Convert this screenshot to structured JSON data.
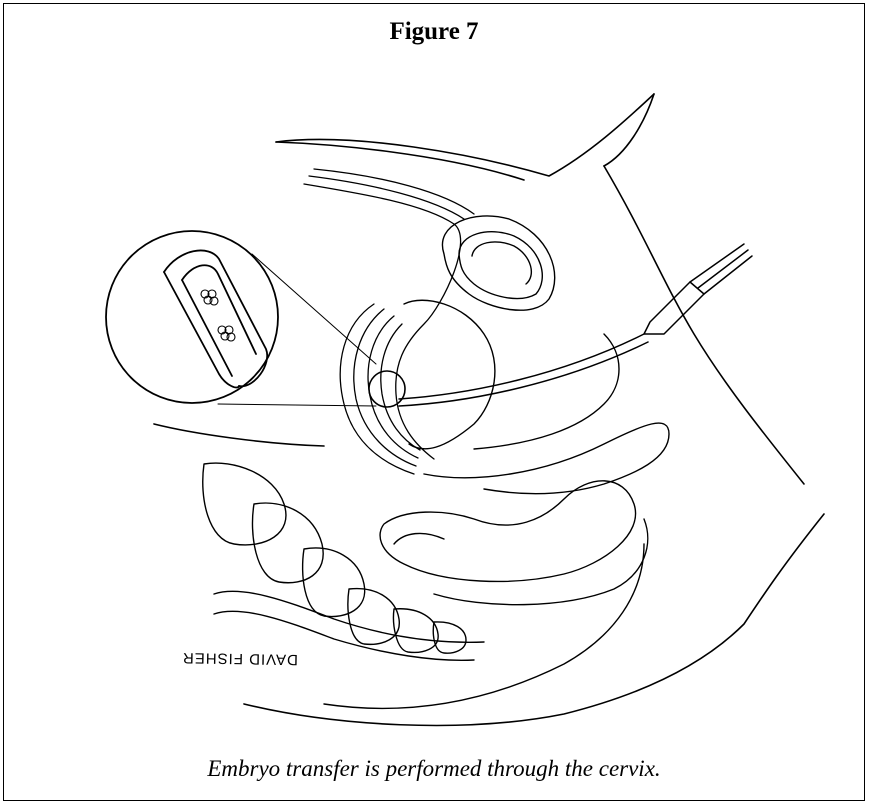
{
  "figure": {
    "title": "Figure 7",
    "caption": "Embryo transfer is performed through the cervix.",
    "signature": "DAVID FISHER"
  },
  "colors": {
    "ink": "#000000",
    "paper": "#ffffff"
  }
}
